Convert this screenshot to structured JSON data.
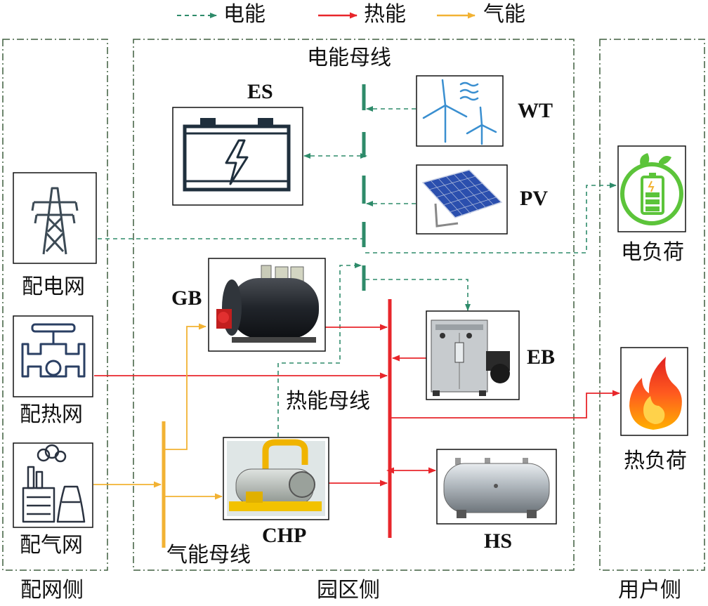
{
  "legend": {
    "electric": "电能",
    "heat": "热能",
    "gas": "气能"
  },
  "regions": {
    "grid_side": "配网侧",
    "park_side": "园区侧",
    "user_side": "用户侧"
  },
  "buses": {
    "electric": "电能母线",
    "heat": "热能母线",
    "gas": "气能母线"
  },
  "components": {
    "es": "ES",
    "wt": "WT",
    "pv": "PV",
    "gb": "GB",
    "eb": "EB",
    "chp": "CHP",
    "hs": "HS"
  },
  "sources": {
    "power_grid": "配电网",
    "heat_grid": "配热网",
    "gas_grid": "配气网"
  },
  "loads": {
    "electric_load": "电负荷",
    "heat_load": "热负荷"
  },
  "colors": {
    "electric": "#2e8b6a",
    "heat": "#e8262b",
    "gas": "#f2b233",
    "frame": "#3f5f3f"
  }
}
